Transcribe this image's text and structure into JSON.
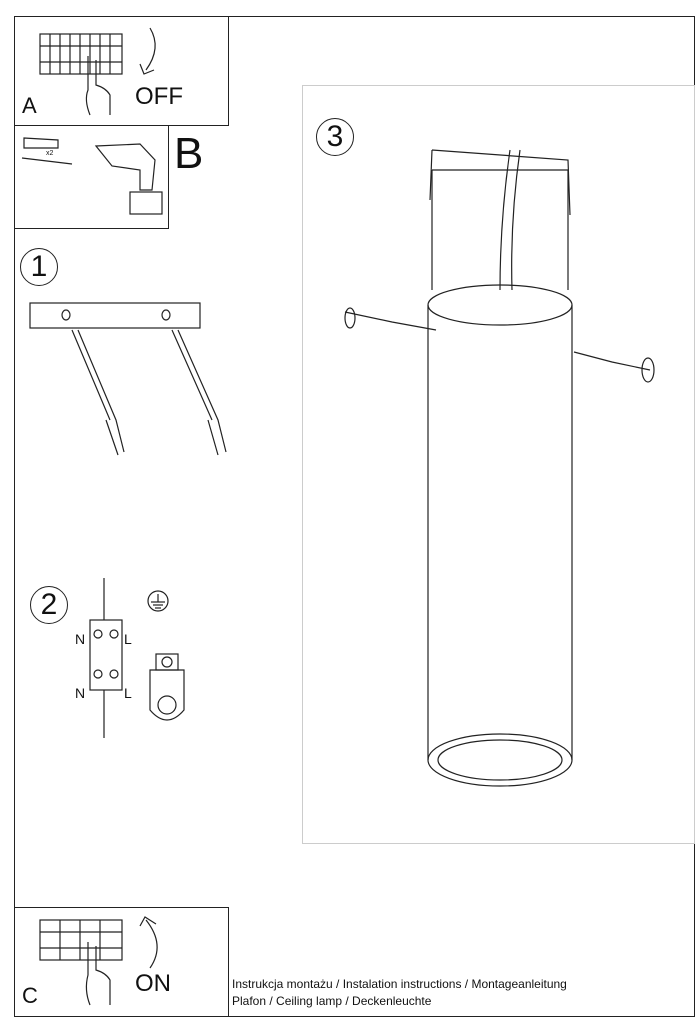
{
  "panel_a": {
    "letter": "A",
    "action": "OFF"
  },
  "panel_b": {
    "letter": "B",
    "count": "x2"
  },
  "step1": {
    "number": "1"
  },
  "step2": {
    "number": "2",
    "top_left": "N",
    "top_right": "L",
    "bottom_left": "N",
    "bottom_right": "L"
  },
  "step3": {
    "number": "3"
  },
  "panel_c": {
    "letter": "C",
    "action": "ON"
  },
  "caption": {
    "line1": "Instrukcja montażu / Instalation instructions / Montageanleitung",
    "line2": "Plafon / Ceiling lamp / Deckenleuchte"
  }
}
